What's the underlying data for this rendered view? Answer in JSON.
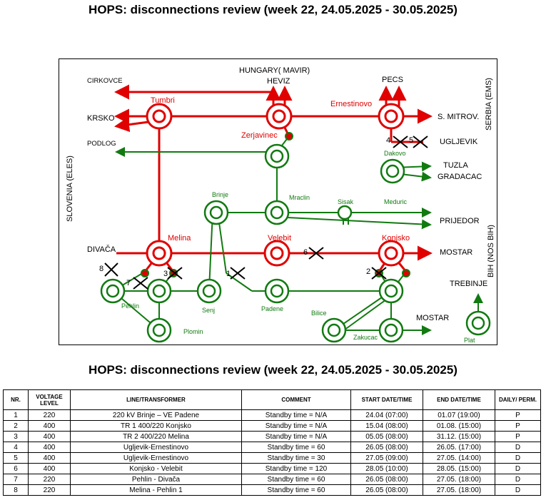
{
  "title": "HOPS: disconnections review (week 22, 24.05.2025 - 30.05.2025)",
  "colors": {
    "red": "#e00000",
    "green": "#117a11"
  },
  "diagram": {
    "hungary": "HUNGARY( MAVIR)",
    "heviz": "HEVIZ",
    "cirkovce": "CIRKOVCE",
    "krsko": "KRSKO",
    "podlog": "PODLOG",
    "slovenia": "SLOVENIA (ELES)",
    "divaca": "DIVAČA",
    "pecs": "PECS",
    "s_mitrov": "S. MITROV.",
    "serbia": "SERBIA (EMS)",
    "ugljevik": "UGLJEVIK",
    "tuzla": "TUZLA",
    "gradacac": "GRADACAC",
    "prijedor": "PRIJEDOR",
    "mostar_1": "MOSTAR",
    "bih": "BIH (NOS BIH)",
    "trebinje": "TREBINJE",
    "mostar_2": "MOSTAR",
    "tumbri": "Tumbri",
    "ernestinovo": "Ernestinovo",
    "zerjavinec": "Zerjavinec",
    "melina": "Melina",
    "velebit": "Velebit",
    "konjsko": "Konjsko",
    "dakovo": "Dakovo",
    "brinje": "Brinje",
    "mraclin": "Mraclin",
    "sisak": "Sisak",
    "meduric": "Meduric",
    "pehlin": "Pehlin",
    "senj": "Senj",
    "padene": "Padene",
    "plomin": "Plomin",
    "bilice": "Bilice",
    "zakucac": "Zakucac",
    "plat": "Plat",
    "m1": "1",
    "m2": "2",
    "m3": "3",
    "m4": "4",
    "m5": "5",
    "m6": "6",
    "m7": "7",
    "m8": "8"
  },
  "table": {
    "headers": [
      "NR.",
      "VOLTAGE LEVEL",
      "LINE/TRANSFORMER",
      "COMMENT",
      "START DATE/TIME",
      "END DATE/TIME",
      "DAILY/ PERM."
    ],
    "rows": [
      [
        "1",
        "220",
        "220 kV Brinje – VE Padene",
        "Standby time = N/A",
        "24.04 (07:00)",
        "01.07 (19:00)",
        "P"
      ],
      [
        "2",
        "400",
        "TR 1 400/220 Konjsko",
        "Standby time = N/A",
        "15.04 (08:00)",
        "01.08. (15:00)",
        "P"
      ],
      [
        "3",
        "400",
        "TR 2 400/220 Melina",
        "Standby time = N/A",
        "05.05 (08:00)",
        "31.12. (15:00)",
        "P"
      ],
      [
        "4",
        "400",
        "Ugljevik-Ernestinovo",
        "Standby time = 60",
        "26.05 (08:00)",
        "26.05. (17:00)",
        "D"
      ],
      [
        "5",
        "400",
        "Ugljevik-Ernestinovo",
        "Standby time = 30",
        "27.05 (09:00)",
        "27.05. (14:00)",
        "D"
      ],
      [
        "6",
        "400",
        "Konjsko - Velebit",
        "Standby time = 120",
        "28.05 (10:00)",
        "28.05. (15:00)",
        "D"
      ],
      [
        "7",
        "220",
        "Pehlin - Divača",
        "Standby time = 60",
        "26.05 (08:00)",
        "27.05. (18:00)",
        "D"
      ],
      [
        "8",
        "220",
        "Melina - Pehlin 1",
        "Standby time = 60",
        "26.05 (08:00)",
        "27.05. (18:00)",
        "D"
      ]
    ]
  }
}
